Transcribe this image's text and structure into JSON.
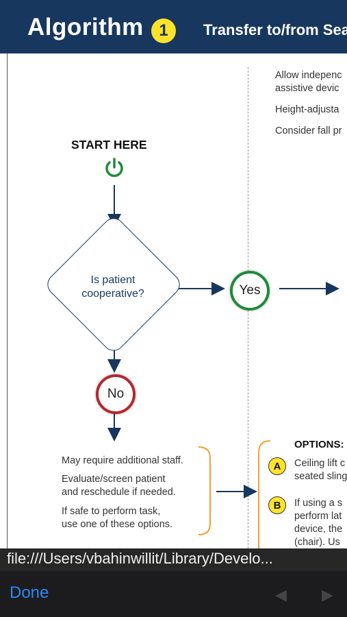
{
  "header": {
    "title": "Algorithm",
    "number": "1",
    "subtitle": "Transfer to/from Sea"
  },
  "top_right": {
    "line1": "Allow indepenc",
    "line2": "assistive devic",
    "line3": "Height-adjusta",
    "line4": "Consider fall pr"
  },
  "start": {
    "label": "START HERE",
    "icon": "power-icon",
    "color": "#1f8a3a"
  },
  "decision": {
    "line1": "Is patient",
    "line2": "cooperative?"
  },
  "yes": {
    "label": "Yes",
    "color": "#1f8a3a"
  },
  "no": {
    "label": "No",
    "color": "#b3282d"
  },
  "no_notes": {
    "line1": "May require additional staff.",
    "line2": "Evaluate/screen patient",
    "line3": "and reschedule if needed.",
    "line4": "If safe to perform task,",
    "line5": "use one of these options."
  },
  "options": {
    "title": "OPTIONS:",
    "a": {
      "badge": "A",
      "line1": "Ceiling lift c",
      "line2": "seated sling"
    },
    "b": {
      "badge": "B",
      "line1": "If using a s",
      "line2": "perform lat",
      "line3": "device, the",
      "line4": "(chair). Us"
    }
  },
  "colors": {
    "header": "#17375e",
    "badge": "#ffe32b",
    "bracket": "#f0a030",
    "link": "#2f86f6"
  },
  "browser": {
    "url": "file:///Users/vbahinwillit/Library/Develo...",
    "done_label": "Done",
    "back_icon": "back-arrow-icon",
    "forward_icon": "forward-arrow-icon"
  }
}
